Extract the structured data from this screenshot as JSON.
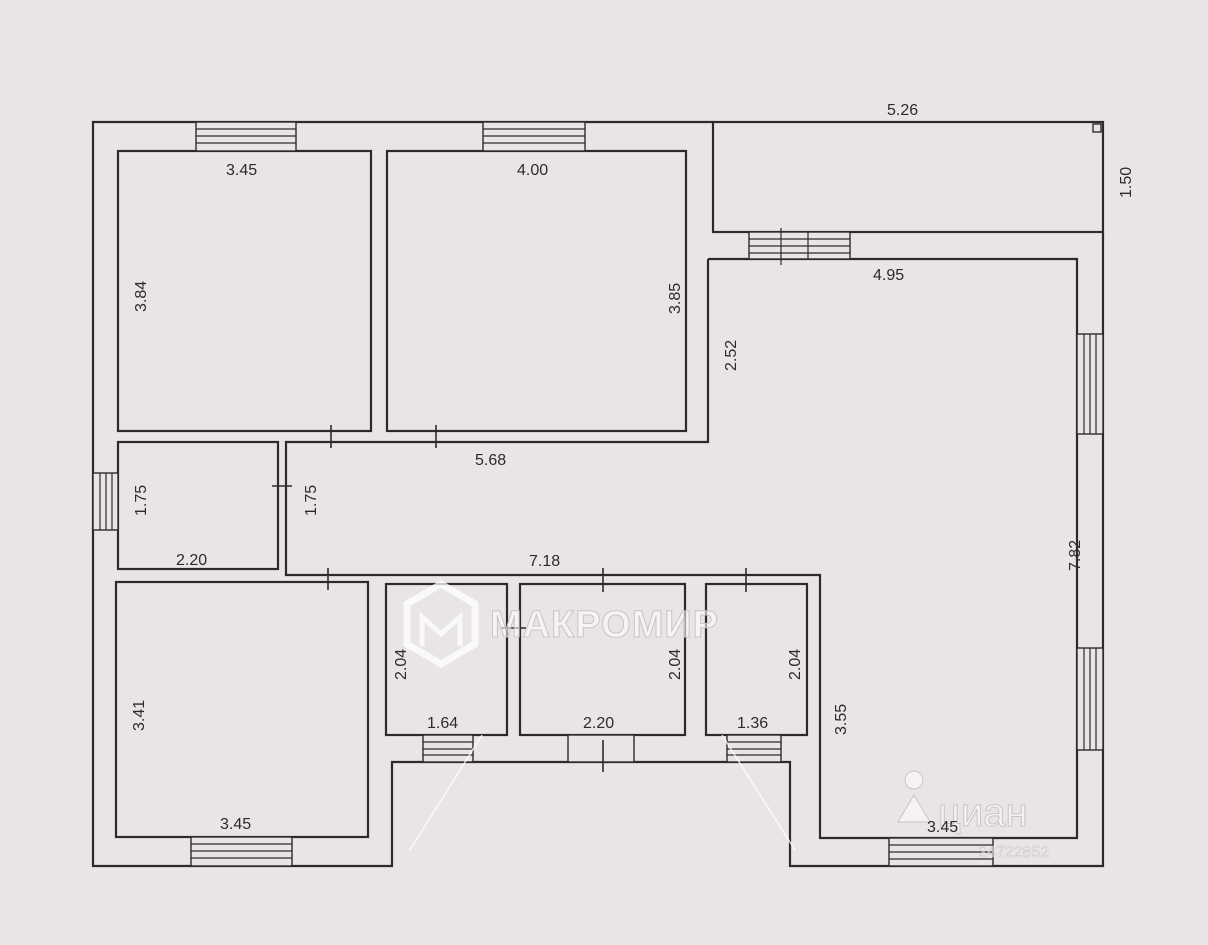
{
  "plan": {
    "dimensions": {
      "terrace_width": "5.26",
      "terrace_depth": "1.50",
      "room1_width": "3.45",
      "room1_length": "3.84",
      "room2_width": "4.00",
      "room2_length": "3.85",
      "living_width": "4.95",
      "living_side": "2.52",
      "corridor_length": "5.68",
      "small_room_depth_left": "1.75",
      "small_room_width": "2.20",
      "corridor_depth": "1.75",
      "hall_length": "7.18",
      "living_length": "7.82",
      "room3_length": "3.41",
      "room3_width": "3.45",
      "bath1_depth": "2.04",
      "bath1_width": "1.64",
      "bath2_depth": "2.04",
      "bath2_width": "2.20",
      "bath3_depth": "2.04",
      "bath3_width": "1.36",
      "living_lower_side": "3.55",
      "living_bottom_width": "3.45"
    },
    "watermark_brand": "МАКРОМИР",
    "watermark_site": "циан",
    "watermark_id": "24722852"
  }
}
